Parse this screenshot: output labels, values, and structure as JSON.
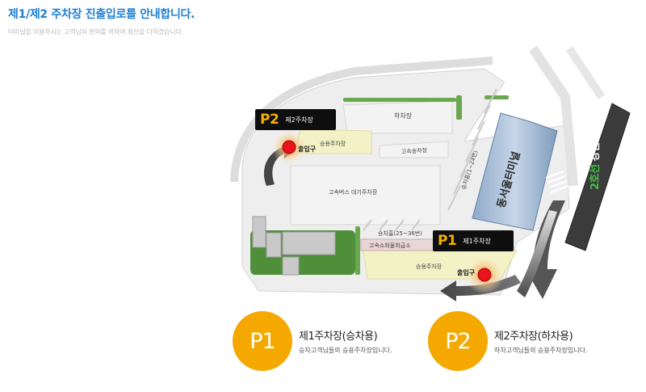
{
  "header": {
    "title": "제1/제2 주차장 진출입로를 안내합니다.",
    "subtitle": "터미널을 이용하시는 고객님의 편의를 위하여 최선을 다하겠습니다."
  },
  "map": {
    "labels": {
      "drop_off": "하차장",
      "express_boarding": "고속승차장",
      "express_bus_waiting": "고속버스 대기주차장",
      "terminal": "동서울터미널",
      "platform_1_24": "승차홈(1~24번)",
      "platform_25_36": "승차홈(25~36번)",
      "express_parcel": "고속소화물취급소",
      "passenger_parking_top": "승용주차장",
      "passenger_parking_bottom": "승용주차장",
      "entrance_p2": "출입구",
      "entrance_p1": "출입구"
    },
    "station": {
      "line": "2호선",
      "name": "강변역"
    },
    "callouts": {
      "p2": {
        "tag": "P2",
        "label": "제2주차장"
      },
      "p1": {
        "tag": "P1",
        "label": "제1주차장"
      }
    },
    "colors": {
      "tag": "#f5b000",
      "entrance_dot": "#e8141c",
      "glow": "#f8a53a",
      "parking_fill": "#f3f1c6",
      "arrow": "#555555",
      "station_line": "#42c242"
    }
  },
  "legend": [
    {
      "badge": "P1",
      "title": "제1주차장(승차용)",
      "desc": "승차고객님들의 승용주차장입니다."
    },
    {
      "badge": "P2",
      "title": "제2주차장(하차용)",
      "desc": "하차고객님들의 승용주차장입니다."
    }
  ]
}
